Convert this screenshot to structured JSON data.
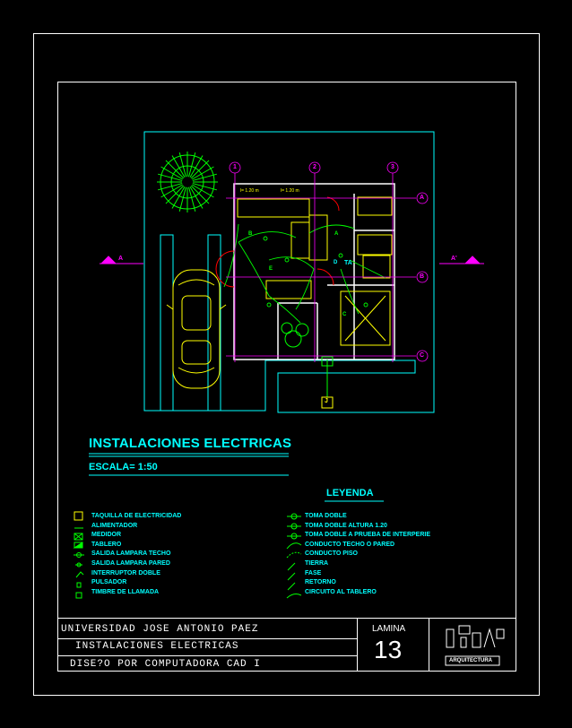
{
  "drawing": {
    "title": "INSTALACIONES ELECTRICAS",
    "scale": "ESCALA= 1:50"
  },
  "section_marks": {
    "left": "A",
    "right": "A'"
  },
  "axes": {
    "columns": [
      "1",
      "2",
      "3"
    ],
    "rows": [
      "A",
      "B",
      "C"
    ]
  },
  "plan_labels": {
    "dim_1": "l= 1.20 m",
    "dim_2": "l= 1.20 m",
    "meter": "J",
    "ta": "TA",
    "d": "D",
    "a": "A",
    "b": "B",
    "e": "E",
    "c": "C"
  },
  "legend": {
    "title": "LEYENDA",
    "left_items": [
      {
        "symbol": "J",
        "label": "TAQUILLA DE ELECTRICIDAD"
      },
      {
        "symbol": "line",
        "label": "ALIMENTADOR"
      },
      {
        "symbol": "box-x",
        "label": "MEDIDOR"
      },
      {
        "symbol": "panel",
        "label": "TABLERO"
      },
      {
        "symbol": "ceiling",
        "label": "SALIDA LAMPARA TECHO"
      },
      {
        "symbol": "wall",
        "label": "SALIDA LAMPARA PARED"
      },
      {
        "symbol": "switch",
        "label": "INTERRUPTOR DOBLE"
      },
      {
        "symbol": "push",
        "label": "PULSADOR"
      },
      {
        "symbol": "bell",
        "label": "TIMBRE DE LLAMADA"
      }
    ],
    "right_items": [
      {
        "symbol": "outlet",
        "label": "TOMA DOBLE"
      },
      {
        "symbol": "outlet",
        "label": "TOMA DOBLE ALTURA 1.20"
      },
      {
        "symbol": "outlet",
        "label": "TOMA DOBLE A PRUEBA DE INTERPERIE"
      },
      {
        "symbol": "arc",
        "label": "CONDUCTO TECHO O PARED"
      },
      {
        "symbol": "arc",
        "label": "CONDUCTO PISO"
      },
      {
        "symbol": "tick",
        "label": "TIERRA"
      },
      {
        "symbol": "tick",
        "label": "FASE"
      },
      {
        "symbol": "tick",
        "label": "RETORNO"
      },
      {
        "symbol": "tick",
        "label": "CIRCUITO AL TABLERO"
      }
    ]
  },
  "title_block": {
    "university": "UNIVERSIDAD JOSE ANTONIO PAEZ",
    "subject": "INSTALACIONES ELECTRICAS",
    "course": "DISE?O POR COMPUTADORA CAD I",
    "lamina_label": "LAMINA",
    "lamina_number": "13",
    "logo_text": "ARQUITECTURA"
  },
  "colors": {
    "background": "#000000",
    "frame": "#ffffff",
    "plan": "#00ffff",
    "furniture": "#ffff00",
    "wiring": "#00ff00",
    "axes": "#ff00ff",
    "doors": "#ff0000"
  }
}
